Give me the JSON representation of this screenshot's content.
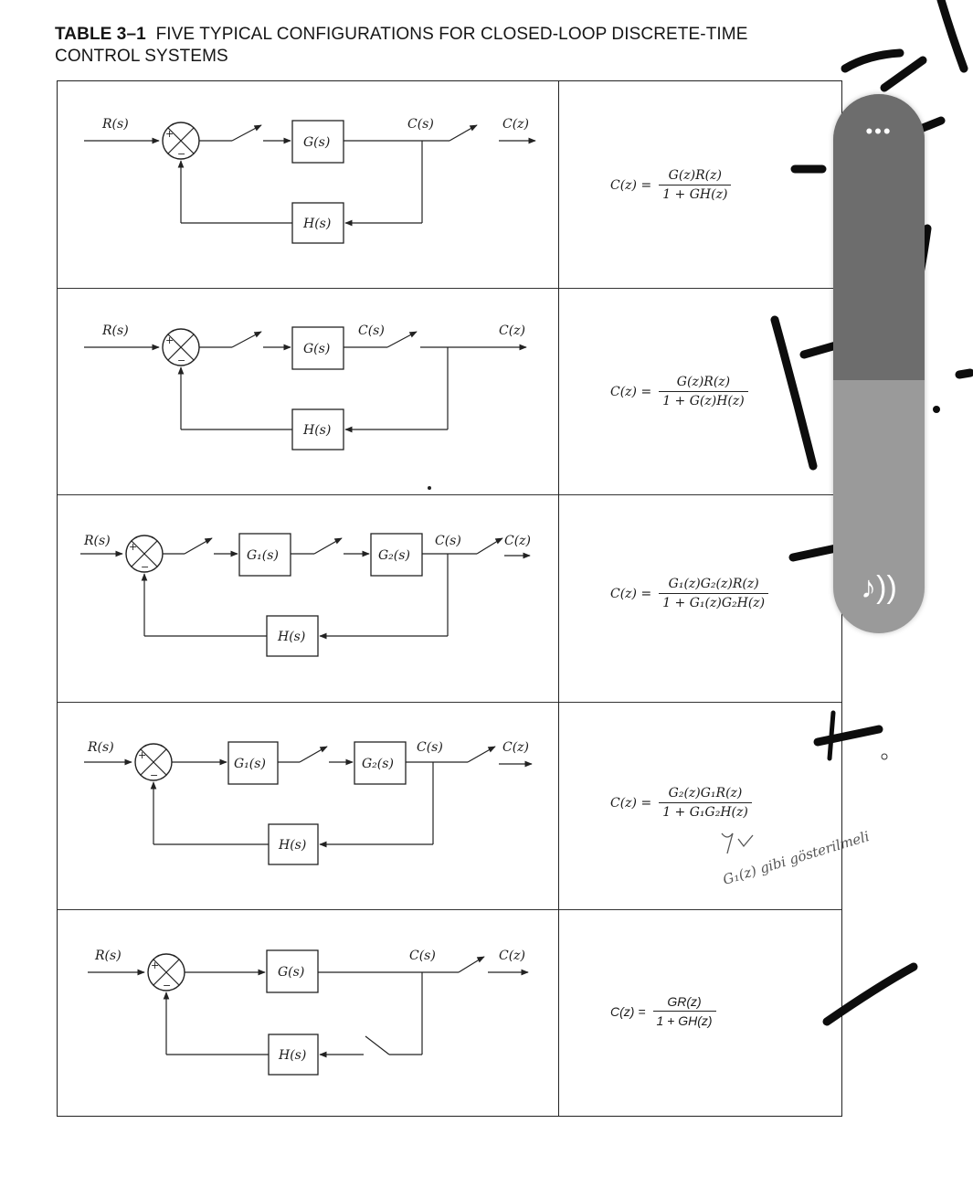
{
  "title": {
    "label": "TABLE 3–1",
    "text": "FIVE TYPICAL CONFIGURATIONS FOR CLOSED-LOOP DISCRETE-TIME CONTROL SYSTEMS"
  },
  "rows": [
    {
      "diagram": {
        "input": "R(s)",
        "plus": "+",
        "minus": "−",
        "g": "G(s)",
        "h": "H(s)",
        "cs": "C(s)",
        "cz": "C(z)"
      },
      "formula": {
        "lhs": "C(z) =",
        "num": "G(z)R(z)",
        "den": "1 + GH(z)"
      }
    },
    {
      "diagram": {
        "input": "R(s)",
        "plus": "+",
        "minus": "−",
        "g": "G(s)",
        "h": "H(s)",
        "cs": "C(s)",
        "cz": "C(z)"
      },
      "formula": {
        "lhs": "C(z) =",
        "num": "G(z)R(z)",
        "den": "1 + G(z)H(z)"
      }
    },
    {
      "diagram": {
        "input": "R(s)",
        "plus": "+",
        "minus": "−",
        "g1": "G₁(s)",
        "g2": "G₂(s)",
        "h": "H(s)",
        "cs": "C(s)",
        "cz": "C(z)"
      },
      "formula": {
        "lhs": "C(z) =",
        "num": "G₁(z)G₂(z)R(z)",
        "den": "1 + G₁(z)G₂H(z)"
      }
    },
    {
      "diagram": {
        "input": "R(s)",
        "plus": "+",
        "minus": "−",
        "g1": "G₁(s)",
        "g2": "G₂(s)",
        "h": "H(s)",
        "cs": "C(s)",
        "cz": "C(z)"
      },
      "formula": {
        "lhs": "C(z) =",
        "num": "G₂(z)G₁R(z)",
        "den": "1 + G₁G₂H(z)"
      }
    },
    {
      "diagram": {
        "input": "R(s)",
        "plus": "+",
        "minus": "−",
        "g": "G(s)",
        "h": "H(s)",
        "cs": "C(s)",
        "cz": "C(z)"
      },
      "formula": {
        "lhs": "C(z) =",
        "num": "GR(z)",
        "den": "1 + GH(z)"
      }
    }
  ],
  "handwriting": "G₁(z) gibi gösterilmeli",
  "overlay": {
    "more_icon": "•••",
    "volume_icon": "♪))",
    "volume_level": 0.47
  }
}
